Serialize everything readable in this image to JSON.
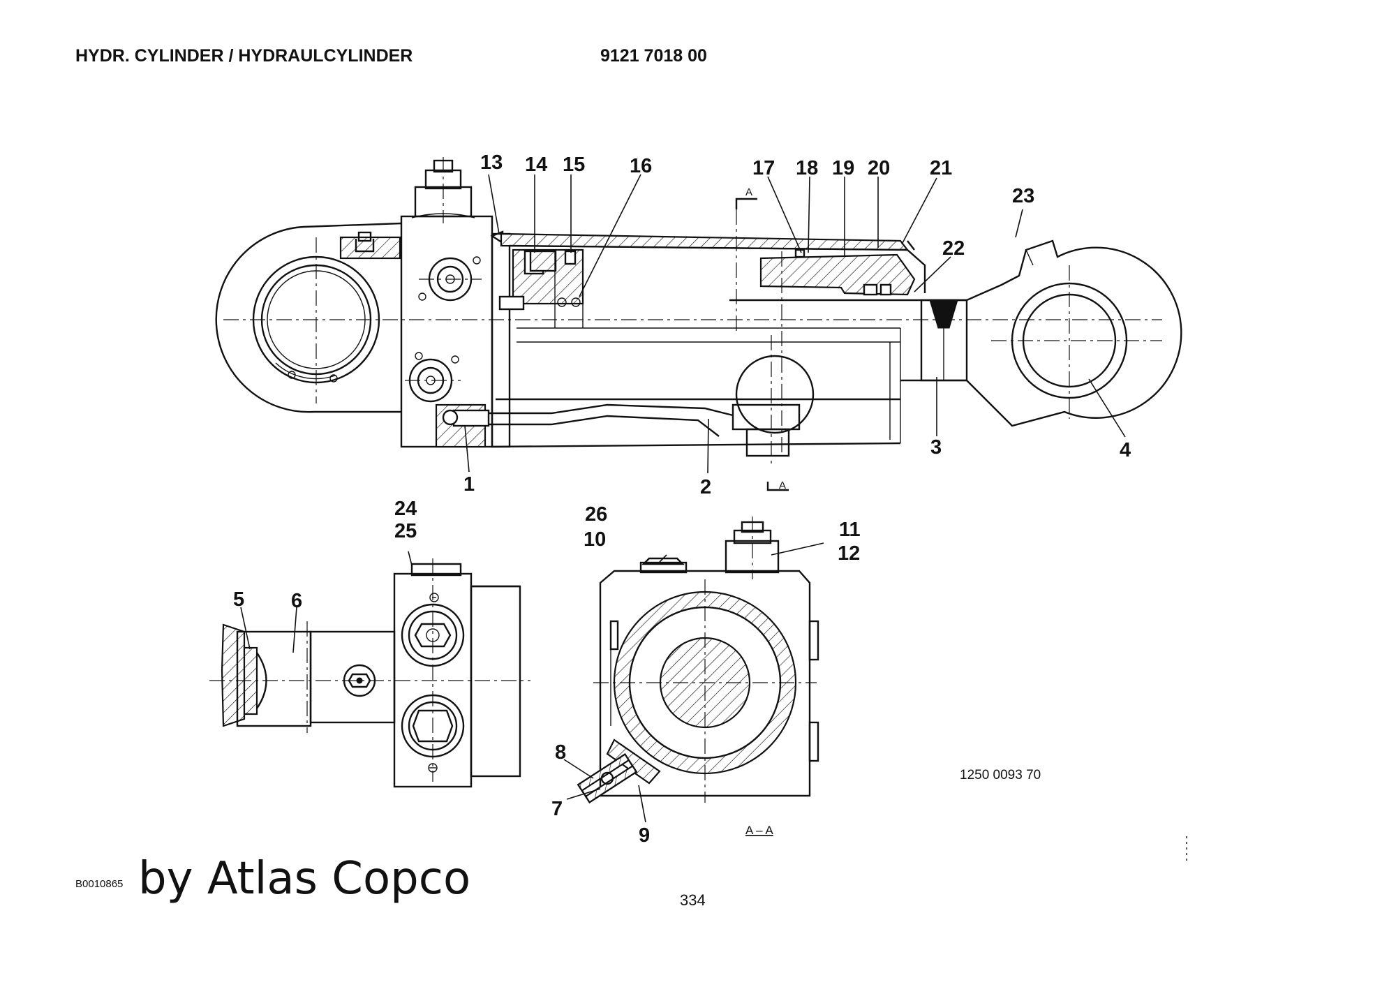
{
  "header": {
    "title": "HYDR. CYLINDER / HYDRAULCYLINDER",
    "part_number": "9121 7018 00"
  },
  "callouts": {
    "c1": "1",
    "c2": "2",
    "c3": "3",
    "c4": "4",
    "c5": "5",
    "c6": "6",
    "c7": "7",
    "c8": "8",
    "c9": "9",
    "c10": "10",
    "c11": "11",
    "c12": "12",
    "c13": "13",
    "c14": "14",
    "c15": "15",
    "c16": "16",
    "c17": "17",
    "c18": "18",
    "c19": "19",
    "c20": "20",
    "c21": "21",
    "c22": "22",
    "c23": "23",
    "c24": "24",
    "c25": "25",
    "c26": "26"
  },
  "section_marks": {
    "top": "A",
    "bottom": "A",
    "view_label": "A – A"
  },
  "drawing_number": "1250 0093 70",
  "footer": {
    "reference_code": "B0010865",
    "credit": "by Atlas Copco",
    "page_number": "334"
  }
}
